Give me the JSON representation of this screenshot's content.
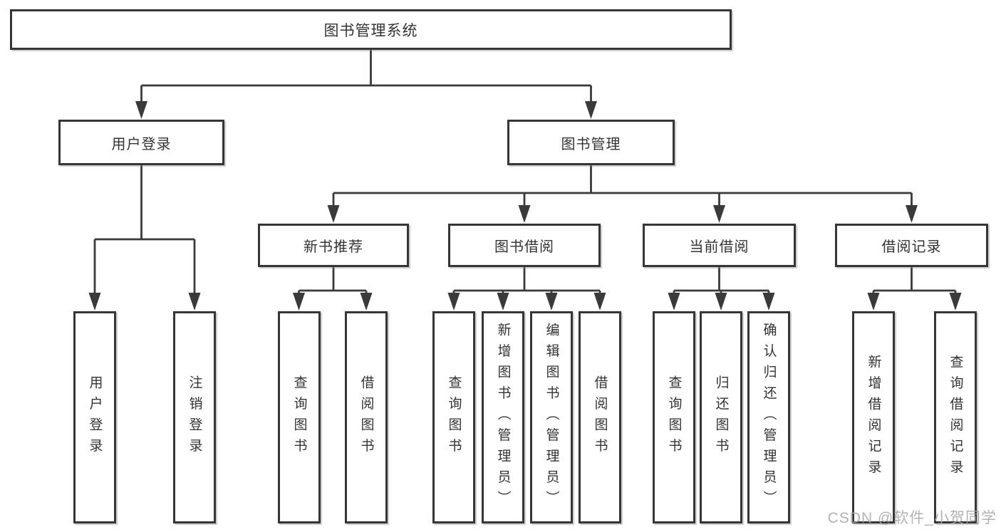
{
  "diagram": {
    "root": {
      "label": "图书管理系统"
    },
    "level2": [
      {
        "label": "用户登录"
      },
      {
        "label": "图书管理"
      }
    ],
    "level3": [
      {
        "label": "新书推荐",
        "parent": "图书管理"
      },
      {
        "label": "图书借阅",
        "parent": "图书管理"
      },
      {
        "label": "当前借阅",
        "parent": "图书管理"
      },
      {
        "label": "借阅记录",
        "parent": "图书管理"
      }
    ],
    "leaves": [
      {
        "label": "用户登录",
        "parent": "用户登录"
      },
      {
        "label": "注销登录",
        "parent": "用户登录"
      },
      {
        "label": "查询图书",
        "parent": "新书推荐"
      },
      {
        "label": "借阅图书",
        "parent": "新书推荐"
      },
      {
        "label": "查询图书",
        "parent": "图书借阅"
      },
      {
        "label": "新增图书（管理员）",
        "parent": "图书借阅"
      },
      {
        "label": "编辑图书（管理员）",
        "parent": "图书借阅"
      },
      {
        "label": "借阅图书",
        "parent": "图书借阅"
      },
      {
        "label": "查询图书",
        "parent": "当前借阅"
      },
      {
        "label": "归还图书",
        "parent": "当前借阅"
      },
      {
        "label": "确认归还（管理员）",
        "parent": "当前借阅"
      },
      {
        "label": "新增借阅记录",
        "parent": "借阅记录"
      },
      {
        "label": "查询借阅记录",
        "parent": "借阅记录"
      }
    ],
    "watermark": "CSDN @软件_小贺同学",
    "colors": {
      "line": "#3a3a3a",
      "box_border": "#363636",
      "text": "#333333",
      "watermark": "#a5a5a5",
      "background": "#ffffff"
    }
  }
}
